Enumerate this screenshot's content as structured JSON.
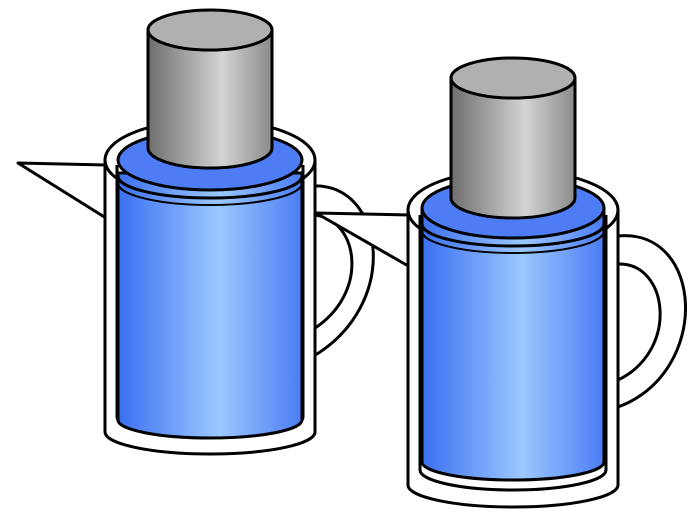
{
  "figure": {
    "description_labels": [],
    "colors": {
      "outline": "#000000",
      "background": "#ffffff",
      "liquid_dark": "#3a6ff0",
      "liquid_light": "#9cc8ff",
      "liquid_top": "#4d7cf5",
      "weight_dark": "#6e6e6e",
      "weight_light": "#d4d4d4",
      "weight_top": "#b0b0b0"
    },
    "objects": [
      {
        "name": "left-jug",
        "spout": "left",
        "handle": "right"
      },
      {
        "name": "right-jug",
        "spout": "left",
        "handle": "right"
      }
    ]
  }
}
